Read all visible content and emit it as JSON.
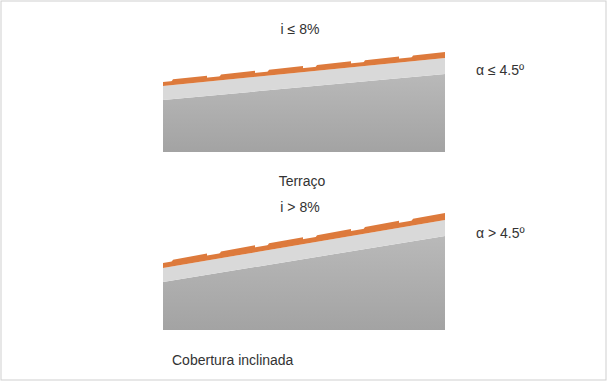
{
  "diagram": {
    "labels": [
      "i ≤ 8%",
      "α ≤ 4.5º",
      "Terraço",
      "i > 8%",
      "α > 4.5º",
      "Cobertura inclinada"
    ]
  }
}
